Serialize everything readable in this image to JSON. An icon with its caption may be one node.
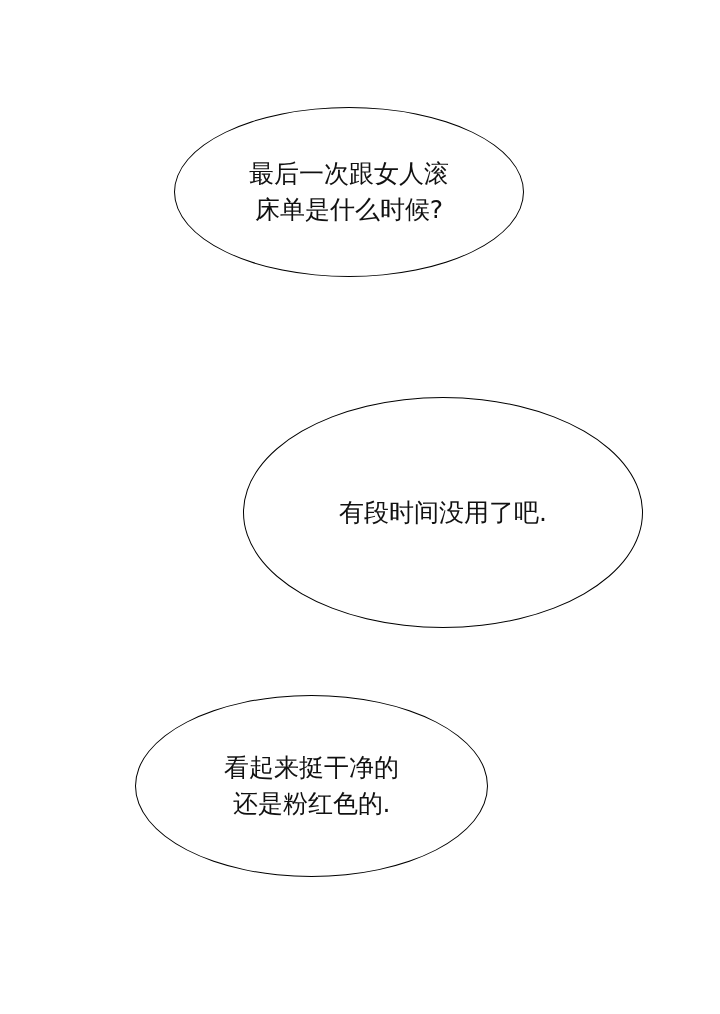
{
  "diagram": {
    "nodes": [
      {
        "text": [
          "最后一次跟女人滚床单是什么时候?"
        ]
      },
      {
        "text": [
          "有段时间没用了吧."
        ]
      },
      {
        "text": [
          "看起来挺干净的还是粉红色的."
        ]
      }
    ]
  }
}
